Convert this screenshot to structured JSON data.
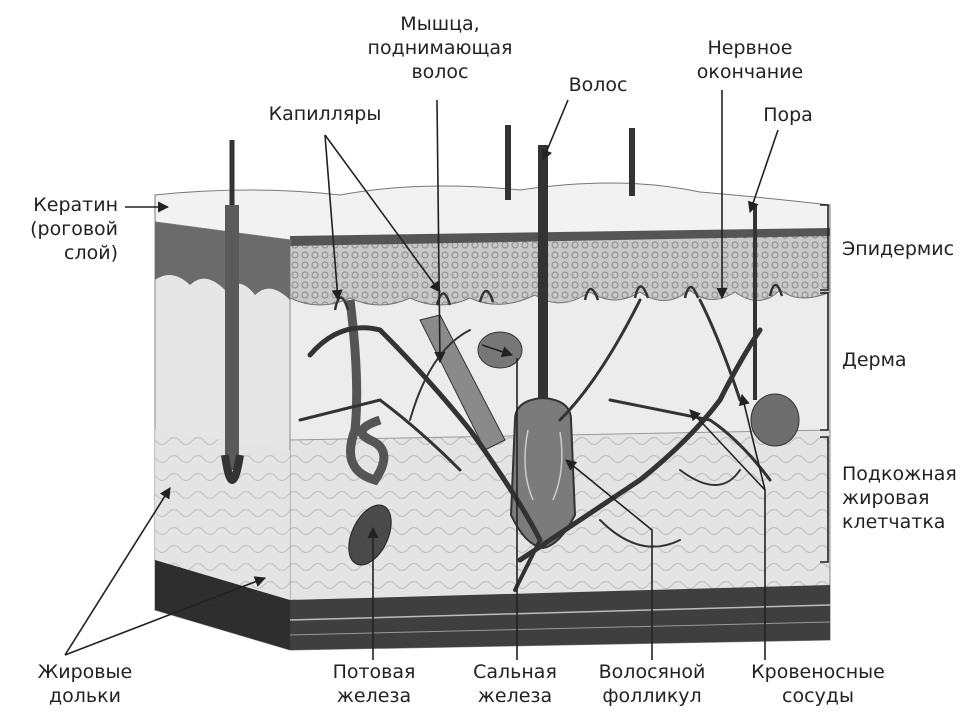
{
  "labels": {
    "keratin": [
      "Кератин",
      "(роговой",
      "слой)"
    ],
    "capillaries": [
      "Капилляры"
    ],
    "muscle": [
      "Мышца,",
      "поднимающая",
      "волос"
    ],
    "hair": [
      "Волос"
    ],
    "nerve": [
      "Нервное",
      "окончание"
    ],
    "pore": [
      "Пора"
    ],
    "epidermis": [
      "Эпидермис"
    ],
    "dermis": [
      "Дерма"
    ],
    "hypodermis": [
      "Подкожная",
      "жировая",
      "клетчатка"
    ],
    "fat_lobules": [
      "Жировые",
      "дольки"
    ],
    "sweat_gland": [
      "Потовая",
      "железа"
    ],
    "sebaceous_gland": [
      "Сальная",
      "железа"
    ],
    "hair_follicle": [
      "Волосяной",
      "фолликул"
    ],
    "blood_vessels": [
      "Кровеносные",
      "сосуды"
    ]
  },
  "colors": {
    "epidermis": "#bdbdbd",
    "dermis": "#ececec",
    "fat": "#dcdcdc",
    "vessel": "#3a3a3a",
    "line": "#222222"
  }
}
